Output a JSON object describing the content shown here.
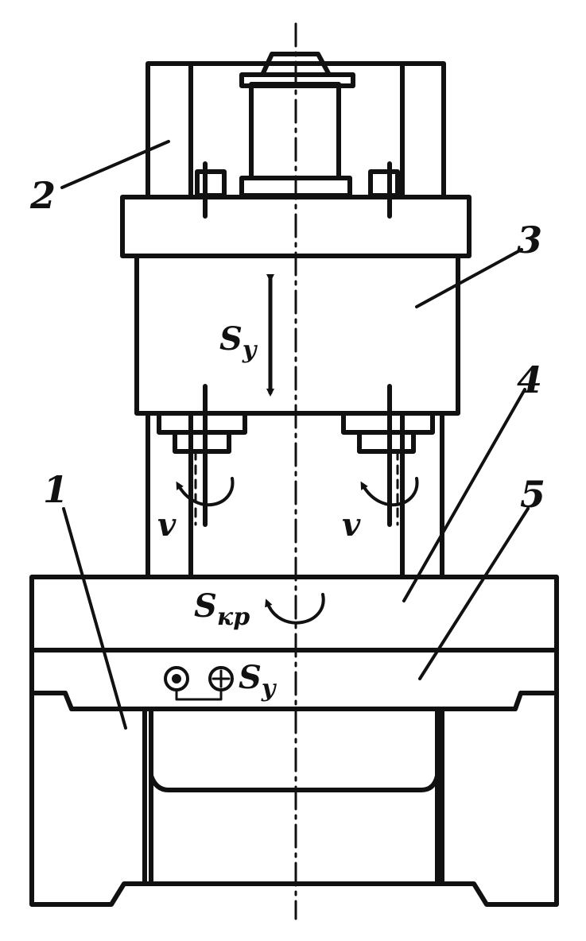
{
  "diagram": {
    "labels": {
      "part_1": "1",
      "part_2": "2",
      "part_3": "3",
      "part_4": "4",
      "part_5": "5"
    },
    "motion": {
      "head_feed": {
        "symbol": "S",
        "subscript": "y"
      },
      "rotation_left": "v",
      "rotation_right": "v",
      "table_rotation": {
        "symbol": "S",
        "subscript": "кр"
      },
      "table_feed": {
        "symbol": "S",
        "subscript": "y"
      }
    },
    "colors": {
      "ink": "#111111",
      "paper": "#ffffff"
    }
  }
}
